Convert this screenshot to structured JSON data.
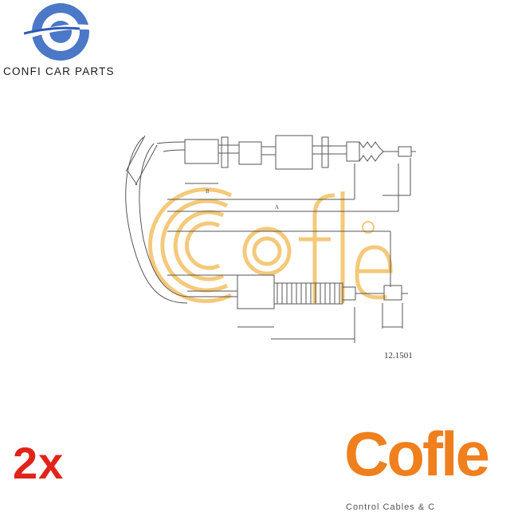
{
  "seller": {
    "name": "CONFI CAR PARTS",
    "logo_icon": "swoosh-circle-logo-icon",
    "colors": {
      "outer": "#4b78c7",
      "inner": "#6f8fd8"
    }
  },
  "diagram": {
    "part_number": "12.1501",
    "dimension_labels": [
      "B",
      "A"
    ],
    "watermark": "Cofle®",
    "colors": {
      "line": "#555555",
      "watermark": "#f3c063"
    }
  },
  "quantity": {
    "label": "2x",
    "color": "#e2231a"
  },
  "brand_logo": {
    "text": "Cofle",
    "tagline": "Control Cables & C",
    "color": "#f07f1d"
  }
}
